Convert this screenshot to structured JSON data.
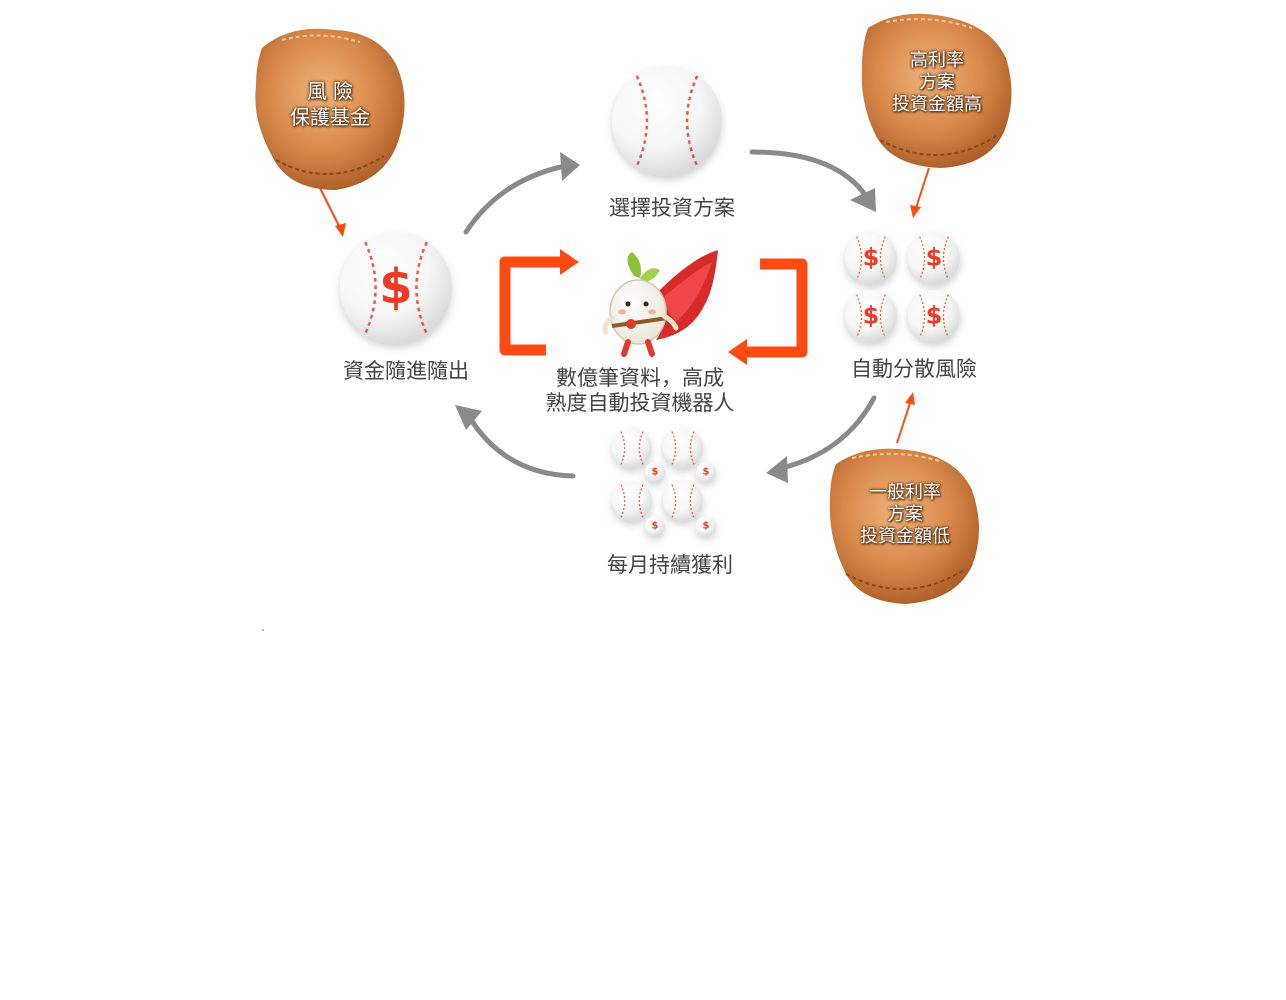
{
  "steps": {
    "choose_plan": "選擇投資方案",
    "auto_diversify": "自動分散風險",
    "monthly_profit": "每月持續獲利",
    "funds_flow": "資金隨進隨出"
  },
  "center": {
    "line1": "數億筆資料，高成",
    "line2": "熟度自動投資機器人"
  },
  "gloves": {
    "risk_fund": [
      "風 險",
      "保護基金"
    ],
    "high_rate": [
      "高利率",
      "方案",
      "投資金額高"
    ],
    "normal_rate": [
      "一般利率",
      "方案",
      "投資金額低"
    ]
  },
  "icons": {
    "dollar_symbol": "$"
  },
  "colors": {
    "accent_red": "#ef3a26",
    "loop_orange": "#ff4a12",
    "cycle_gray": "#8a8a8a",
    "text_dark": "#444444",
    "glove_leather": "#d9894a"
  }
}
